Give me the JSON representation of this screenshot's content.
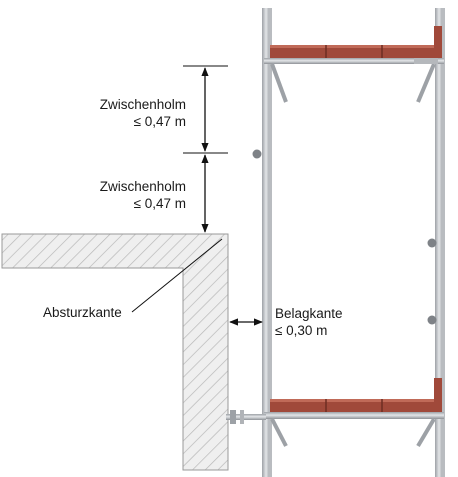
{
  "labels": {
    "upper_rail": {
      "line1": "Zwischenholm",
      "line2": "≤ 0,47 m"
    },
    "lower_rail": {
      "line1": "Zwischenholm",
      "line2": "≤ 0,47 m"
    },
    "fall_edge": "Absturzkante",
    "deck_edge": {
      "line1": "Belagkante",
      "line2": "≤ 0,30 m"
    }
  },
  "colors": {
    "frame": "#c9ccd0",
    "frame_dark": "#8f9398",
    "deck": "#a0493a",
    "deck_dark": "#6e2d22",
    "wall_hatch": "#b3b3b3",
    "wall_fill": "#ececec",
    "line": "#111111"
  }
}
